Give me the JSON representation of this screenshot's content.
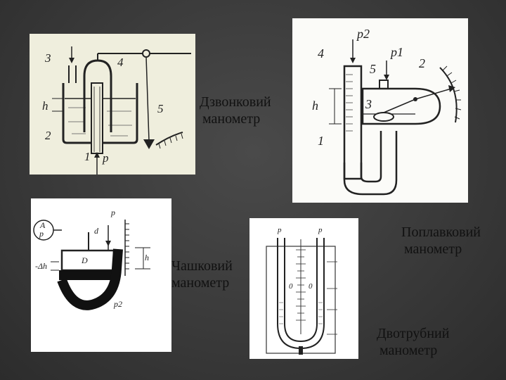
{
  "slide": {
    "background_color": "#3c3c3c"
  },
  "captions": {
    "bell": {
      "line1": "Дзвонковий",
      "line2": "манометр"
    },
    "float": {
      "line1": "Поплавковий",
      "line2": "манометр"
    },
    "cup": {
      "line1": "Чашковий",
      "line2": "манометр"
    },
    "twotube": {
      "line1": "Двотрубний",
      "line2": "манометр"
    }
  },
  "figures": {
    "bell": {
      "labels": [
        "3",
        "4",
        "h",
        "5",
        "2",
        "1",
        "p"
      ]
    },
    "float": {
      "labels": [
        "p2",
        "4",
        "5",
        "p1",
        "2",
        "h",
        "3",
        "1"
      ]
    },
    "cup": {
      "labels": [
        "A",
        "p",
        "D",
        "d",
        "p",
        "-Δh",
        "h",
        "p2"
      ]
    },
    "twotube": {
      "labels": [
        "p",
        "p",
        "0",
        "0"
      ]
    }
  }
}
